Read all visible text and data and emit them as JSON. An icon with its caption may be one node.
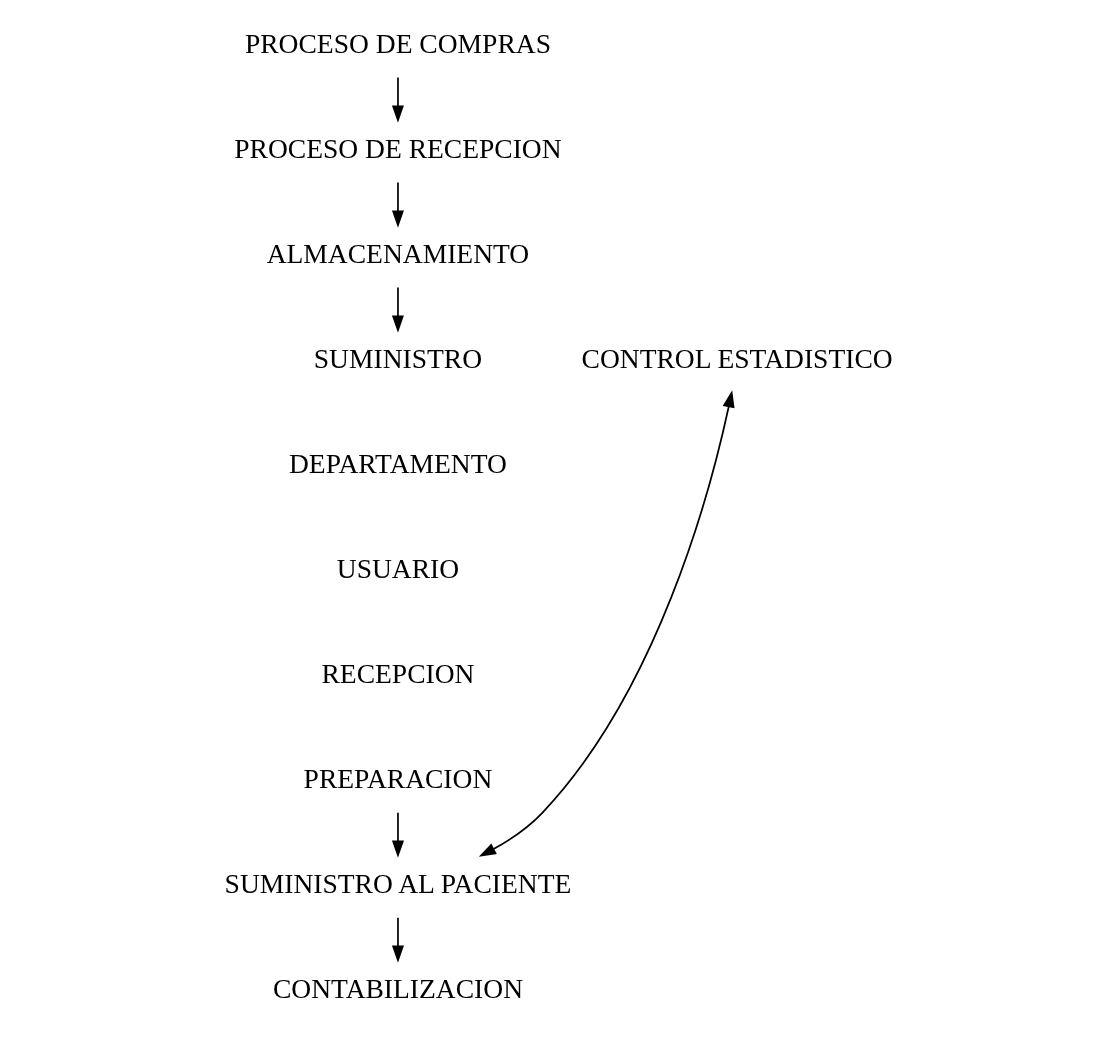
{
  "diagram": {
    "nodes": [
      {
        "text": [
          "PROCESO DE COMPRAS"
        ]
      },
      {
        "text": [
          "PROCESO DE RECEPCION"
        ]
      },
      {
        "text": [
          "ALMACENAMIENTO"
        ]
      },
      {
        "text": [
          "CONTROL ESTADISTICO"
        ]
      },
      {
        "text": [
          "SUMINISTRO"
        ]
      },
      {
        "text": [
          "DEPARTAMENTO"
        ]
      },
      {
        "text": [
          "USUARIO"
        ]
      },
      {
        "text": [
          "RECEPCION"
        ]
      },
      {
        "text": [
          "PREPARACION"
        ]
      },
      {
        "text": [
          "SUMINISTRO AL PACIENTE"
        ]
      },
      {
        "text": [
          "CONTABILIZACION"
        ]
      }
    ],
    "edges": [
      {
        "from": 0,
        "to": 1,
        "arrow": "to"
      },
      {
        "from": 1,
        "to": 2,
        "arrow": "to"
      },
      {
        "from": 2,
        "to": 4,
        "arrow": "to"
      },
      {
        "from": 8,
        "to": 9,
        "arrow": "to"
      },
      {
        "from": 9,
        "to": 10,
        "arrow": "to"
      },
      {
        "from": 3,
        "to": 9,
        "arrow": "both"
      }
    ]
  }
}
